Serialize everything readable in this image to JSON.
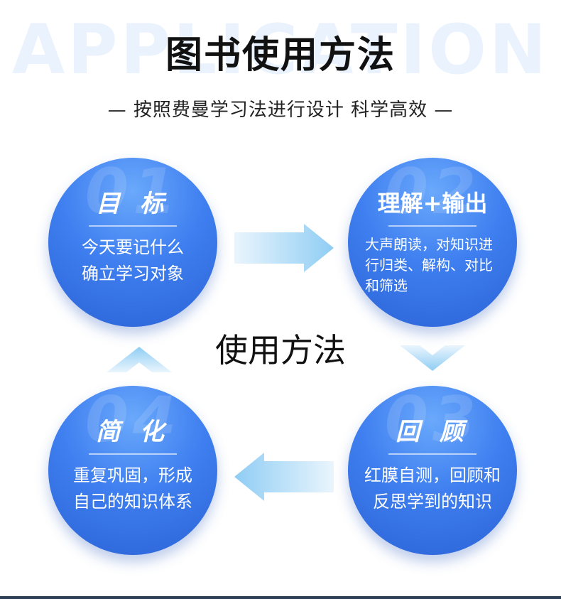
{
  "watermark": "APPLICATION",
  "title": "图书使用方法",
  "subtitle": "— 按照费曼学习法进行设计 科学高效 —",
  "center_label": "使用方法",
  "steps": [
    {
      "number": "01",
      "heading": "目 标",
      "lines": [
        "今天要记什么",
        "确立学习对象"
      ]
    },
    {
      "number": "02",
      "heading": "理解+输出",
      "lines": [
        "大声朗读，对知识进",
        "行归类、解构、对比",
        "和筛选"
      ]
    },
    {
      "number": "03",
      "heading": "回 顾",
      "lines": [
        "红膜自测，回顾和",
        "反思学到的知识"
      ]
    },
    {
      "number": "04",
      "heading": "简 化",
      "lines": [
        "重复巩固，形成",
        "自己的知识体系"
      ]
    }
  ],
  "colors": {
    "circle_light": "#6aa9fb",
    "circle_dark": "#2b63d6",
    "arrow_light": "#eaf5fd",
    "arrow_dark": "#8fcdf4",
    "title": "#111111",
    "watermark": "#e9f2fd"
  }
}
